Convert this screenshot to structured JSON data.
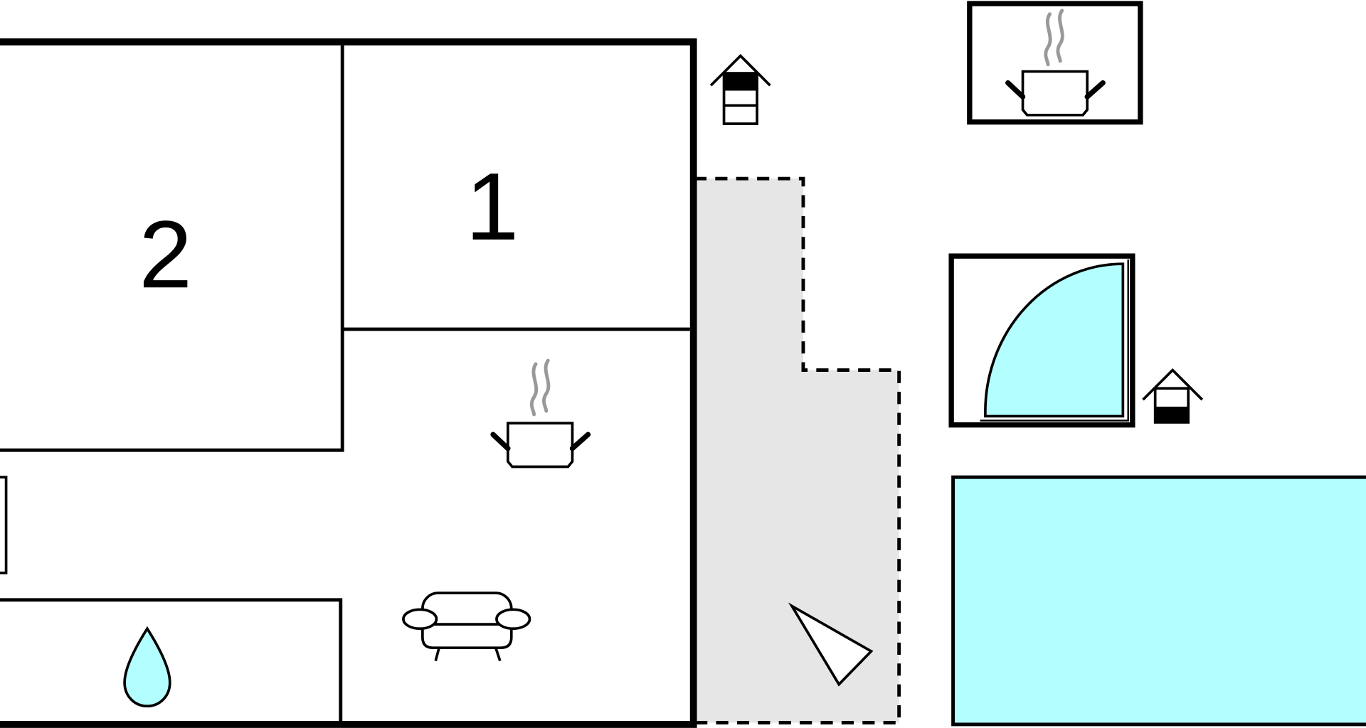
{
  "floor_plan": {
    "rooms": [
      {
        "id": "room-2",
        "label": "2"
      },
      {
        "id": "room-1",
        "label": "1"
      }
    ],
    "icons": [
      "bathroom-drop-icon",
      "kitchen-pot-icon",
      "sofa-icon",
      "compass-icon",
      "bbq-pot-icon",
      "house-icon",
      "hot-tub-icon",
      "pool-icon"
    ],
    "colors": {
      "wall": "#000000",
      "terrace": "#e6e6e6",
      "water": "#b3ffff",
      "steam": "#999999"
    }
  }
}
